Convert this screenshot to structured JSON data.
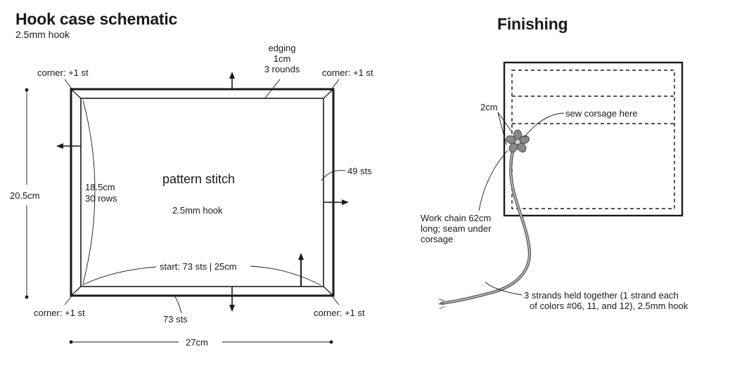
{
  "left": {
    "title": "Hook case schematic",
    "subtitle": "2.5mm hook",
    "edging_l1": "edging",
    "edging_l2": "1cm",
    "edging_l3": "3 rounds",
    "corner_tl": "corner: +1 st",
    "corner_tr": "corner: +1 st",
    "corner_bl": "corner: +1 st",
    "corner_br": "corner: +1 st",
    "height_total": "20.5cm",
    "rows_l1": "18.5cm",
    "rows_l2": "30 rows",
    "center_label": "pattern stitch",
    "center_hook": "2.5mm hook",
    "side_sts": "49 sts",
    "start_label": "start: 73 sts | 25cm",
    "bottom_sts": "73 sts",
    "width_total": "27cm"
  },
  "right": {
    "title": "Finishing",
    "dim_2cm": "2cm",
    "sew_label": "sew corsage here",
    "chain_l1": "Work chain 62cm",
    "chain_l2": "long; seam under",
    "chain_l3": "corsage",
    "strands_l1": "3 strands held together (1 strand each",
    "strands_l2": "of colors #06, 11, and 12), 2.5mm hook"
  },
  "colors": {
    "line": "#1a1a1a",
    "flower": "#8a8a8a",
    "cord_dark": "#555555",
    "cord_light": "#bdbdbd"
  }
}
